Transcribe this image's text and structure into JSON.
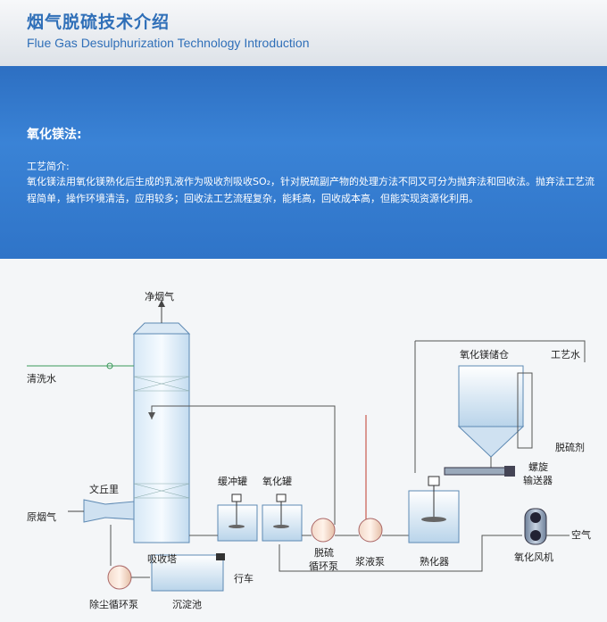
{
  "header": {
    "title_cn": "烟气脱硫技术介绍",
    "title_en": "Flue Gas Desulphurization Technology Introduction"
  },
  "section": {
    "method_title": "氧化镁法:",
    "intro_heading": "工艺简介:",
    "intro_text": "氧化镁法用氧化镁熟化后生成的乳液作为吸收剂吸收SO₂，针对脱硫副产物的处理方法不同又可分为抛弃法和回收法。抛弃法工艺流程简单，操作环境清洁，应用较多；回收法工艺流程复杂，能耗高，回收成本高，但能实现资源化利用。"
  },
  "diagram": {
    "labels": {
      "clean_gas": "净烟气",
      "wash_water": "清洗水",
      "venturi": "文丘里",
      "raw_gas": "原烟气",
      "absorber": "吸收塔",
      "dust_pump": "除尘循环泵",
      "settling_tank": "沉淀池",
      "crane": "行车",
      "buffer_tank": "缓冲罐",
      "oxidation_tank": "氧化罐",
      "desulf_pump_1": "脱硫",
      "desulf_pump_2": "循环泵",
      "slurry_pump": "浆液泵",
      "slaker": "熟化器",
      "mgo_silo": "氧化镁储仓",
      "process_water": "工艺水",
      "desulfurizer": "脱硫剂",
      "screw_1": "螺旋",
      "screw_2": "输送器",
      "air": "空气",
      "oxidation_fan": "氧化风机"
    }
  }
}
